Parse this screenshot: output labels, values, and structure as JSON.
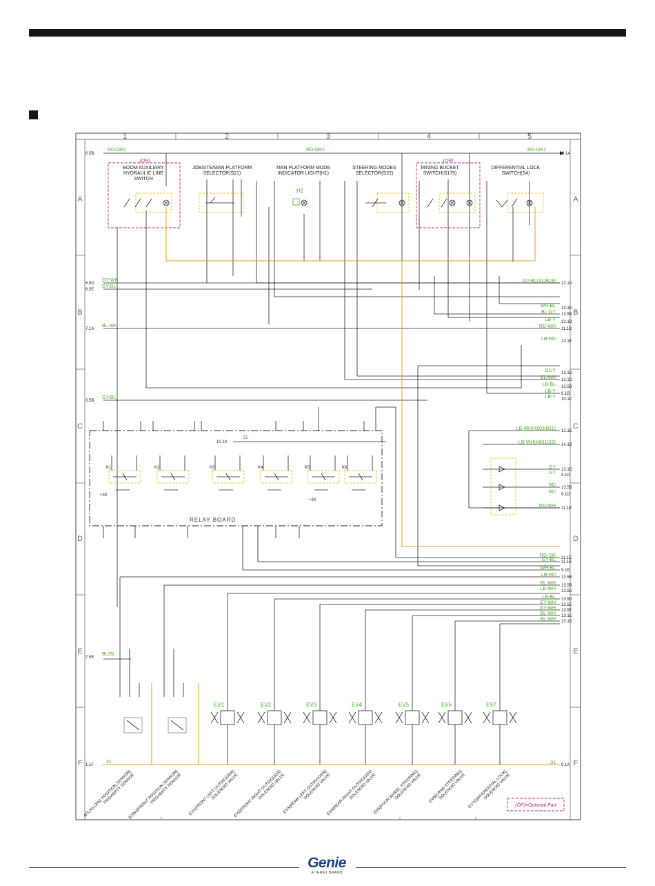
{
  "grid": {
    "columns": [
      "1",
      "2",
      "3",
      "4",
      "5"
    ],
    "rows": [
      "A",
      "B",
      "C",
      "D",
      "E",
      "F"
    ]
  },
  "components": {
    "boom_aux": {
      "optional": "(OP)",
      "lines": [
        "BOOM AUXILIARY",
        "HYDRAULIC LINE",
        "SWITCH"
      ]
    },
    "jobsite": {
      "lines": [
        "JOBSITE/MAN PLATFORM",
        "SELECTOR(S21)"
      ]
    },
    "indicator": {
      "lines": [
        "MAN PLATFORM MODE",
        "INDICATOR LIGHT(H1)"
      ],
      "tag": "H1"
    },
    "steering": {
      "lines": [
        "STEERING MODES",
        "SELECTOR(S22)"
      ]
    },
    "mining": {
      "optional": "(OP)",
      "lines": [
        "MINING BUCKET",
        "SWITCH(S175)"
      ]
    },
    "diff_lock": {
      "lines": [
        "DIFFERENTIAL LOCK",
        "SWITCH(S4)"
      ]
    },
    "relay_board": "RELAY BOARD"
  },
  "left_refs": [
    {
      "ref": "6.5B",
      "net": "RD-OR1"
    },
    {
      "ref": "6.5D",
      "net": "GY-WH"
    },
    {
      "ref": "6.5E",
      "net": "GY-BL"
    },
    {
      "ref": "7.1A",
      "net": "BL-WH"
    },
    {
      "ref": "3.5B",
      "net": "GY/BL"
    },
    {
      "ref": "7.5E",
      "net": "BL/BL"
    },
    {
      "ref": "1.1F",
      "net": "31"
    }
  ],
  "right_refs": [
    {
      "ref": "9.1A",
      "net": "RD-OR1"
    },
    {
      "ref": "12.1A",
      "net": "GY-BL(X1/B19)"
    },
    {
      "ref": "13.1E",
      "net": "WH-BL"
    },
    {
      "ref": "13.5B",
      "net": "BL-GY"
    },
    {
      "ref": "13.1B",
      "net": "LB-Y"
    },
    {
      "ref": "11.1B",
      "net": "RD-WH"
    },
    {
      "ref": "13.1E",
      "net": "LB-RD"
    },
    {
      "ref": "13.1D",
      "net": "BL/Y"
    },
    {
      "ref": "13.1D",
      "net": "BL/WH"
    },
    {
      "ref": "13.5B",
      "net": "LB-BL"
    },
    {
      "ref": "9.1B",
      "net": "LB-Y"
    },
    {
      "ref": "10.1C",
      "net": "LB-Y"
    },
    {
      "ref": "12.1E",
      "net": "LB-WH(X603/B11)"
    },
    {
      "ref": "14.1B",
      "net": "LB-WH(X601/S3)"
    },
    {
      "ref": "13.1D",
      "net": "GY"
    },
    {
      "ref": "9.1D",
      "net": "GY"
    },
    {
      "ref": "13.5B",
      "net": "RD"
    },
    {
      "ref": "9.1D",
      "net": "RD"
    },
    {
      "ref": "11.1E",
      "net": "RD-WH"
    },
    {
      "ref": "11.1E",
      "net": "RD-OR"
    },
    {
      "ref": "11.1E",
      "net": "GY-BL"
    },
    {
      "ref": "9.1E",
      "net": "WH-BL"
    },
    {
      "ref": "13.5B",
      "net": "LB-RD"
    },
    {
      "ref": "13.5B",
      "net": "BL-WH"
    },
    {
      "ref": "13.5D",
      "net": "LB-WH"
    },
    {
      "ref": "13.5D",
      "net": "LB-BL"
    },
    {
      "ref": "13.5E",
      "net": "GY-WH"
    },
    {
      "ref": "13.5E",
      "net": "GY-WH"
    },
    {
      "ref": "13.1E",
      "net": "BL-WH"
    },
    {
      "ref": "13.1D",
      "net": "BL-WH"
    },
    {
      "ref": "9.1A",
      "net": "31"
    }
  ],
  "mid_ref": "10.10",
  "mid_net": "31",
  "relay_codes": [
    "K1",
    "K2",
    "K3",
    "K4",
    "K5",
    "K6"
  ],
  "plus30": "+30",
  "valves": [
    "EV1",
    "EV2",
    "EV3",
    "EV4",
    "EV5",
    "EV6",
    "EV7"
  ],
  "bottom_labels": [
    "B7LH(LONG POSITION SENSOR)\nPROXIMITY SENSOR",
    "B7RH(FRONT POSITION SENSOR)\nPROXIMITY SENSOR",
    "EV1(FRONT LEFT OUTRIGGER)\nSOLENOID VALVE",
    "EV2(FRONT RIGHT OUTRIGGER)\nSOLENOID VALVE",
    "EV3(REAR LEFT OUTRIGGER)\nSOLENOID VALVE",
    "EV4(REAR RIGHT OUTRIGGER)\nSOLENOID VALVE",
    "EV5(FOUR WHEEL STEERING)\nSOLENOID VALVE",
    "EV6(CRAB STEERING)\nSOLENOID VALVE",
    "EV7(DIFFERENTIAL LOCK)\nSOLENOID VALVE"
  ],
  "legend": "(OP)=Optional Part",
  "footer": {
    "brand": "Genie",
    "tagline": "A TEREX BRAND"
  },
  "colors": {
    "wire_orange": "#e3a21a",
    "wire_green": "#4aa82a",
    "optional_magenta": "#c2287a",
    "switch_yellow": "#e8c41e"
  }
}
